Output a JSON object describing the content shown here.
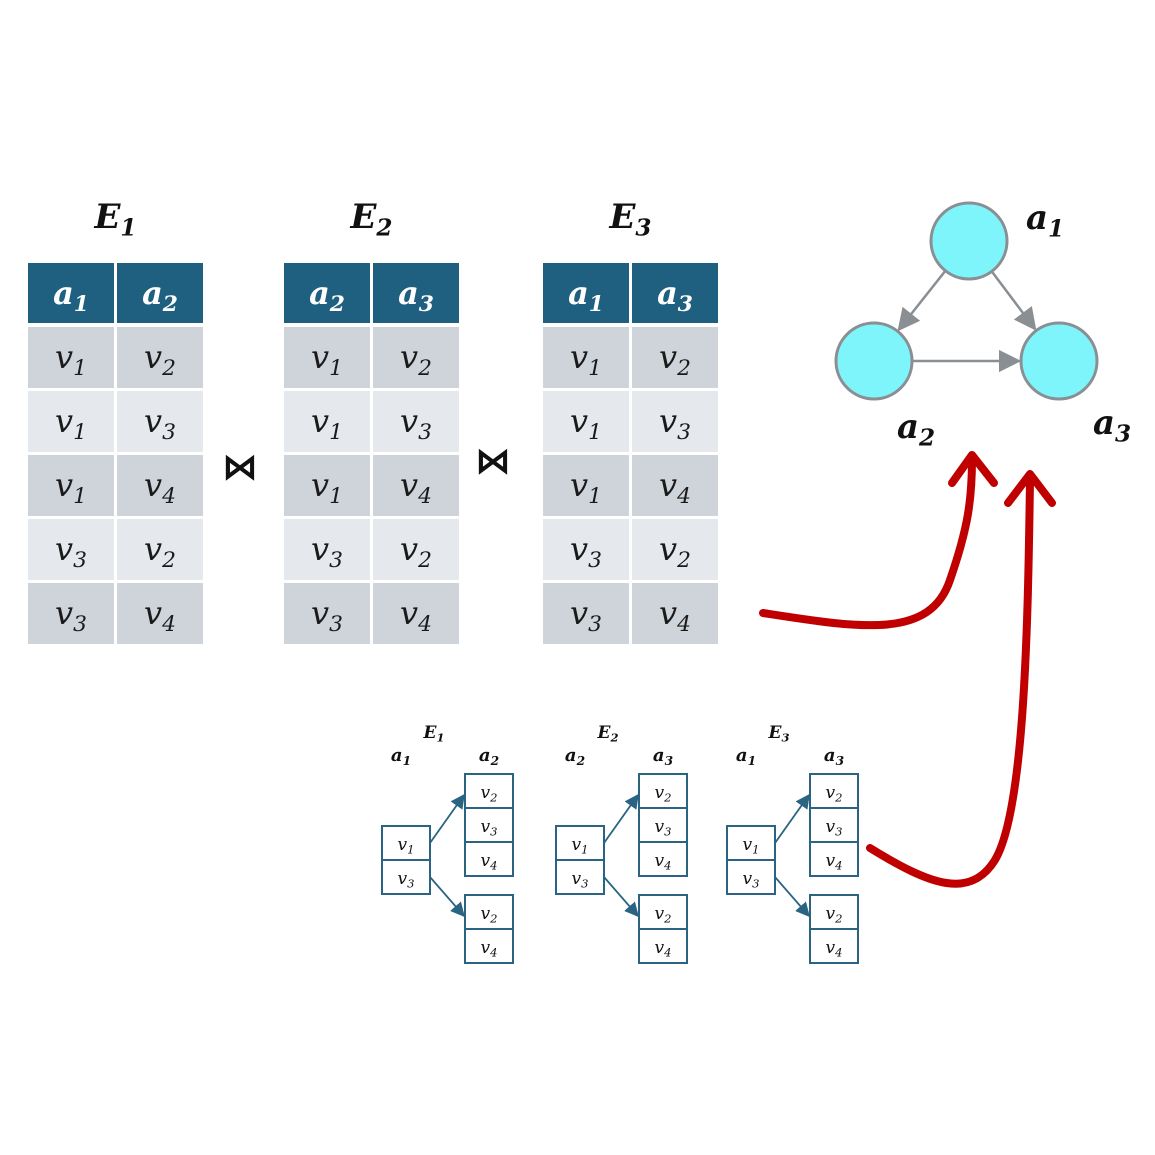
{
  "join_symbol": "⋈",
  "tables": [
    {
      "title": {
        "base": "E",
        "sub": "1"
      },
      "columns": [
        {
          "base": "a",
          "sub": "1"
        },
        {
          "base": "a",
          "sub": "2"
        }
      ],
      "rows": [
        [
          {
            "base": "v",
            "sub": "1"
          },
          {
            "base": "v",
            "sub": "2"
          }
        ],
        [
          {
            "base": "v",
            "sub": "1"
          },
          {
            "base": "v",
            "sub": "3"
          }
        ],
        [
          {
            "base": "v",
            "sub": "1"
          },
          {
            "base": "v",
            "sub": "4"
          }
        ],
        [
          {
            "base": "v",
            "sub": "3"
          },
          {
            "base": "v",
            "sub": "2"
          }
        ],
        [
          {
            "base": "v",
            "sub": "3"
          },
          {
            "base": "v",
            "sub": "4"
          }
        ]
      ]
    },
    {
      "title": {
        "base": "E",
        "sub": "2"
      },
      "columns": [
        {
          "base": "a",
          "sub": "2"
        },
        {
          "base": "a",
          "sub": "3"
        }
      ],
      "rows": [
        [
          {
            "base": "v",
            "sub": "1"
          },
          {
            "base": "v",
            "sub": "2"
          }
        ],
        [
          {
            "base": "v",
            "sub": "1"
          },
          {
            "base": "v",
            "sub": "3"
          }
        ],
        [
          {
            "base": "v",
            "sub": "1"
          },
          {
            "base": "v",
            "sub": "4"
          }
        ],
        [
          {
            "base": "v",
            "sub": "3"
          },
          {
            "base": "v",
            "sub": "2"
          }
        ],
        [
          {
            "base": "v",
            "sub": "3"
          },
          {
            "base": "v",
            "sub": "4"
          }
        ]
      ]
    },
    {
      "title": {
        "base": "E",
        "sub": "3"
      },
      "columns": [
        {
          "base": "a",
          "sub": "1"
        },
        {
          "base": "a",
          "sub": "3"
        }
      ],
      "rows": [
        [
          {
            "base": "v",
            "sub": "1"
          },
          {
            "base": "v",
            "sub": "2"
          }
        ],
        [
          {
            "base": "v",
            "sub": "1"
          },
          {
            "base": "v",
            "sub": "3"
          }
        ],
        [
          {
            "base": "v",
            "sub": "1"
          },
          {
            "base": "v",
            "sub": "4"
          }
        ],
        [
          {
            "base": "v",
            "sub": "3"
          },
          {
            "base": "v",
            "sub": "2"
          }
        ],
        [
          {
            "base": "v",
            "sub": "3"
          },
          {
            "base": "v",
            "sub": "4"
          }
        ]
      ]
    }
  ],
  "graph": {
    "nodes": [
      {
        "id": "a1",
        "label": {
          "base": "a",
          "sub": "1"
        }
      },
      {
        "id": "a2",
        "label": {
          "base": "a",
          "sub": "2"
        }
      },
      {
        "id": "a3",
        "label": {
          "base": "a",
          "sub": "3"
        }
      }
    ],
    "edges": [
      [
        "a1",
        "a2"
      ],
      [
        "a1",
        "a3"
      ],
      [
        "a2",
        "a3"
      ]
    ]
  },
  "tries": [
    {
      "title": {
        "base": "E",
        "sub": "1"
      },
      "attrs": [
        {
          "base": "a",
          "sub": "1"
        },
        {
          "base": "a",
          "sub": "2"
        }
      ],
      "roots": [
        {
          "base": "v",
          "sub": "1"
        },
        {
          "base": "v",
          "sub": "3"
        }
      ],
      "children": [
        [
          {
            "base": "v",
            "sub": "2"
          },
          {
            "base": "v",
            "sub": "3"
          },
          {
            "base": "v",
            "sub": "4"
          }
        ],
        [
          {
            "base": "v",
            "sub": "2"
          },
          {
            "base": "v",
            "sub": "4"
          }
        ]
      ]
    },
    {
      "title": {
        "base": "E",
        "sub": "2"
      },
      "attrs": [
        {
          "base": "a",
          "sub": "2"
        },
        {
          "base": "a",
          "sub": "3"
        }
      ],
      "roots": [
        {
          "base": "v",
          "sub": "1"
        },
        {
          "base": "v",
          "sub": "3"
        }
      ],
      "children": [
        [
          {
            "base": "v",
            "sub": "2"
          },
          {
            "base": "v",
            "sub": "3"
          },
          {
            "base": "v",
            "sub": "4"
          }
        ],
        [
          {
            "base": "v",
            "sub": "2"
          },
          {
            "base": "v",
            "sub": "4"
          }
        ]
      ]
    },
    {
      "title": {
        "base": "E",
        "sub": "3"
      },
      "attrs": [
        {
          "base": "a",
          "sub": "1"
        },
        {
          "base": "a",
          "sub": "3"
        }
      ],
      "roots": [
        {
          "base": "v",
          "sub": "1"
        },
        {
          "base": "v",
          "sub": "3"
        }
      ],
      "children": [
        [
          {
            "base": "v",
            "sub": "2"
          },
          {
            "base": "v",
            "sub": "3"
          },
          {
            "base": "v",
            "sub": "4"
          }
        ],
        [
          {
            "base": "v",
            "sub": "2"
          },
          {
            "base": "v",
            "sub": "4"
          }
        ]
      ]
    }
  ],
  "colors": {
    "header": "#1f5f7f",
    "row_dark": "#cfd3da",
    "row_light": "#e5e8ec",
    "node_fill": "#7ef5fb",
    "node_stroke": "#8a8f94",
    "edge": "#8a8f94",
    "trie": "#2a6482",
    "arrow": "#c00000"
  }
}
